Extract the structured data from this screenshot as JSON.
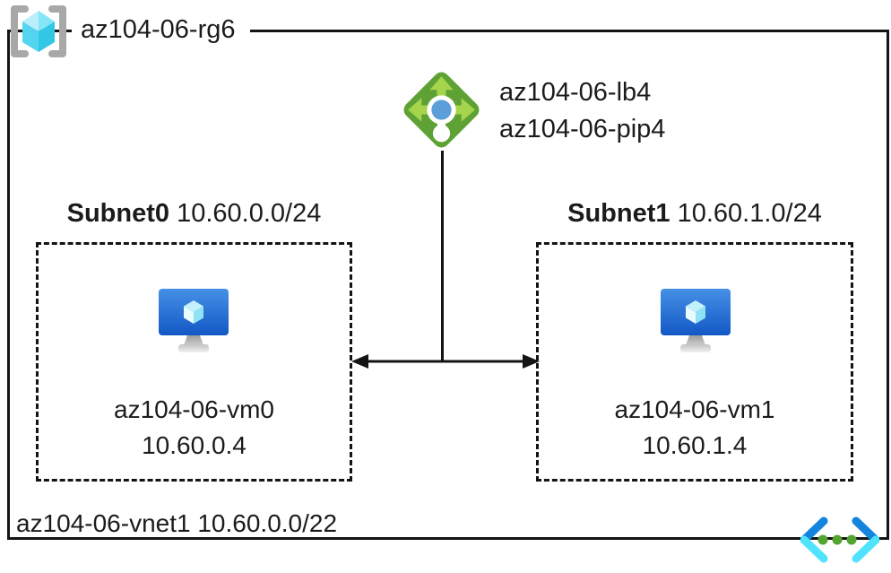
{
  "resource_group": {
    "name": "az104-06-rg6"
  },
  "load_balancer": {
    "name": "az104-06-lb4",
    "public_ip": "az104-06-pip4"
  },
  "subnets": [
    {
      "name": "Subnet0",
      "cidr": "10.60.0.0/24",
      "vm_name": "az104-06-vm0",
      "vm_ip": "10.60.0.4"
    },
    {
      "name": "Subnet1",
      "cidr": "10.60.1.0/24",
      "vm_name": "az104-06-vm1",
      "vm_ip": "10.60.1.4"
    }
  ],
  "vnet": {
    "name": "az104-06-vnet1",
    "cidr": "10.60.0.0/22"
  },
  "icons": {
    "resource_group": "resource-group-icon",
    "load_balancer": "load-balancer-icon",
    "virtual_machine": "virtual-machine-icon",
    "virtual_network": "virtual-network-icon"
  },
  "colors": {
    "border": "#141414",
    "lb_green": "#5ea235",
    "lb_arrow_green": "#a7d44d",
    "lb_blue": "#5c9fd8",
    "vm_blue_top": "#4690e6",
    "vm_blue_bottom": "#1358c5",
    "cube_cyan": "#50d5ef",
    "bracket_gray": "#a8a8a8",
    "vnet_blue": "#1484dc",
    "vnet_cyan": "#4fe3fd",
    "vnet_green": "#55a331"
  }
}
